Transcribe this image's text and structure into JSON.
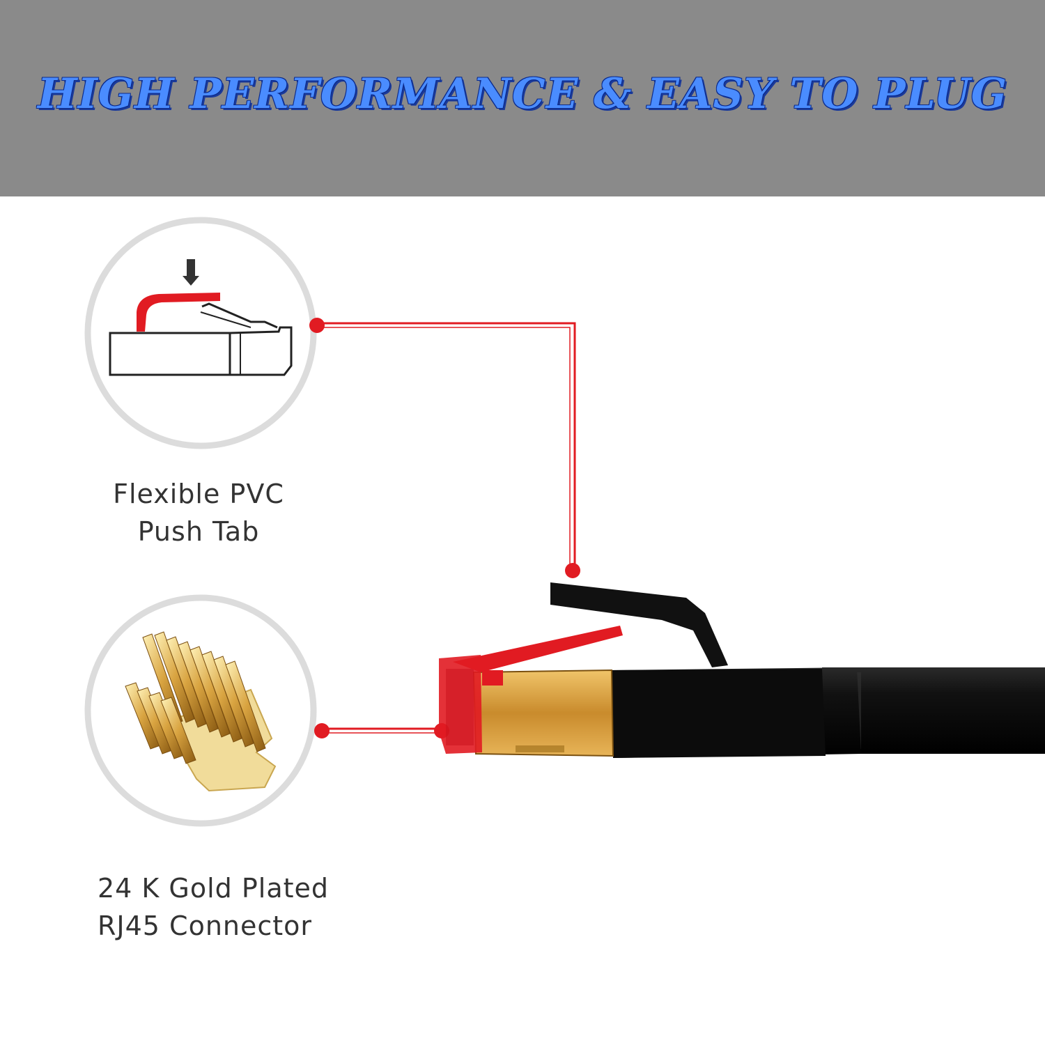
{
  "banner": {
    "title": "HIGH PERFORMANCE & EASY TO PLUG",
    "background_color": "#8a8a8a",
    "title_color": "#4a8cff"
  },
  "callouts": [
    {
      "line1": "Flexible PVC",
      "line2": "Push Tab",
      "icon": "push-tab-diagram"
    },
    {
      "line1": "24 K Gold Plated",
      "line2": "RJ45 Connector",
      "icon": "gold-pins"
    }
  ],
  "colors": {
    "accent_red": "#e11b22",
    "circle_border": "#dcdcdc",
    "gold": "#d9a441",
    "cable": "#111111"
  }
}
